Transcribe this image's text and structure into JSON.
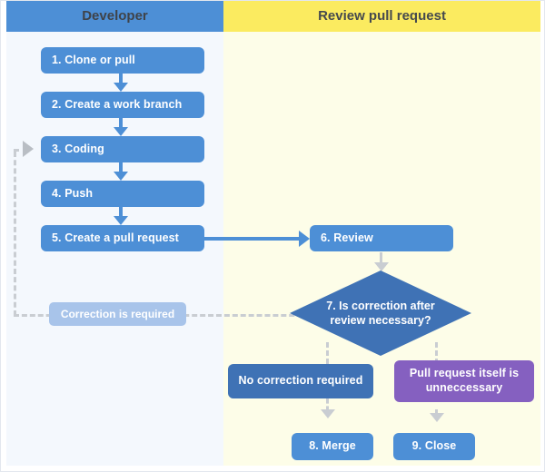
{
  "diagram": {
    "title_lanes": [
      "Developer",
      "Review pull request"
    ],
    "lanes": [
      {
        "id": "developer",
        "label": "Developer",
        "color": "#4d8fd6",
        "body_color": "#f4f8fd"
      },
      {
        "id": "review",
        "label": "Review pull request",
        "color": "#fbeb60",
        "body_color": "#fdfde8"
      }
    ],
    "nodes": [
      {
        "id": "step1",
        "label": "1.  Clone or pull",
        "lane": "developer",
        "shape": "box",
        "color": "#4d8fd6"
      },
      {
        "id": "step2",
        "label": "2.  Create a work branch",
        "lane": "developer",
        "shape": "box",
        "color": "#4d8fd6"
      },
      {
        "id": "step3",
        "label": "3.  Coding",
        "lane": "developer",
        "shape": "box",
        "color": "#4d8fd6"
      },
      {
        "id": "step4",
        "label": "4.  Push",
        "lane": "developer",
        "shape": "box",
        "color": "#4d8fd6"
      },
      {
        "id": "step5",
        "label": "5.  Create a pull request",
        "lane": "developer",
        "shape": "box",
        "color": "#4d8fd6"
      },
      {
        "id": "step6",
        "label": "6.  Review",
        "lane": "review",
        "shape": "box",
        "color": "#4d8fd6"
      },
      {
        "id": "step7",
        "label": "7.  Is correction after review necessary?",
        "lane": "review",
        "shape": "diamond",
        "color": "#3f72b5"
      },
      {
        "id": "outcome_no_correction",
        "label": "No correction required",
        "lane": "review",
        "shape": "box",
        "color": "#3f72b5"
      },
      {
        "id": "outcome_unnecessary",
        "label": "Pull request itself is unneccessary",
        "lane": "review",
        "shape": "box",
        "color": "#8560c0"
      },
      {
        "id": "step8",
        "label": "8.  Merge",
        "lane": "review",
        "shape": "box",
        "color": "#4d8fd6"
      },
      {
        "id": "step9",
        "label": "9.  Close",
        "lane": "review",
        "shape": "box",
        "color": "#4d8fd6"
      }
    ],
    "step7_line1": "7.  Is correction after",
    "step7_line2": "review necessary?",
    "outcome_unnecessary_line1": "Pull request itself is",
    "outcome_unnecessary_line2": "unneccessary",
    "feedback_label": "Correction is required",
    "colors": {
      "primary_blue": "#4d8fd6",
      "dark_blue": "#3f72b5",
      "purple": "#8560c0",
      "yellow_header": "#fbeb60",
      "yellow_body": "#fdfde8",
      "blue_body": "#f4f8fd",
      "light_blue_tag": "#a8c4ea",
      "gray_connector": "#c9cdd2",
      "header_text": "#45494e"
    }
  }
}
